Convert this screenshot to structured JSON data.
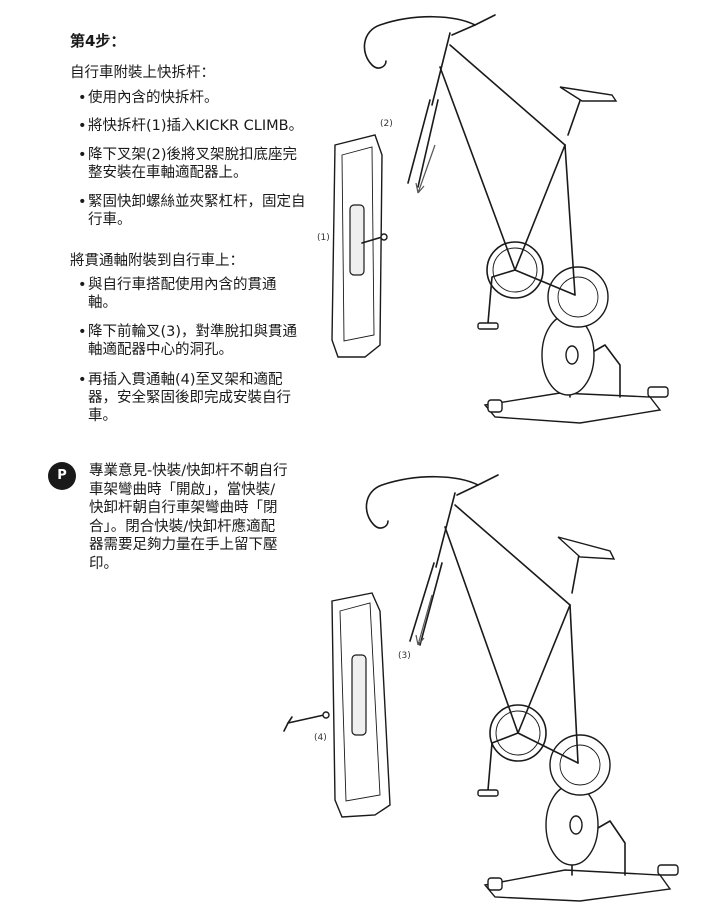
{
  "step": {
    "title": "第4步："
  },
  "section1": {
    "heading": "自行車附裝上快拆杆：",
    "bullets": [
      "使用內含的快拆杆。",
      "將快拆杆(1)插入KICKR CLIMB。",
      "降下叉架(2)後將叉架脫扣底座完整安裝在車軸適配器上。",
      "緊固快卸螺絲並夾緊杠杆，固定自行車。"
    ]
  },
  "section2": {
    "heading": "將貫通軸附裝到自行車上：",
    "bullets": [
      "與自行車搭配使用內含的貫通軸。",
      "降下前輪叉(3)，對準脫扣與貫通軸適配器中心的洞孔。",
      "再插入貫通軸(4)至叉架和適配器，安全緊固後即完成安裝自行車。"
    ]
  },
  "tip": {
    "badge": "P",
    "text": "專業意見-快裝/快卸杆不朝自行車架彎曲時「開啟」，當快裝/快卸杆朝自行車架彎曲時「閉合」。閉合快裝/快卸杆應適配器需要足夠力量在手上留下壓印。"
  },
  "figure1": {
    "callout_1": "(1)",
    "callout_2": "(2)"
  },
  "figure2": {
    "callout_3": "(3)",
    "callout_4": "(4)"
  }
}
